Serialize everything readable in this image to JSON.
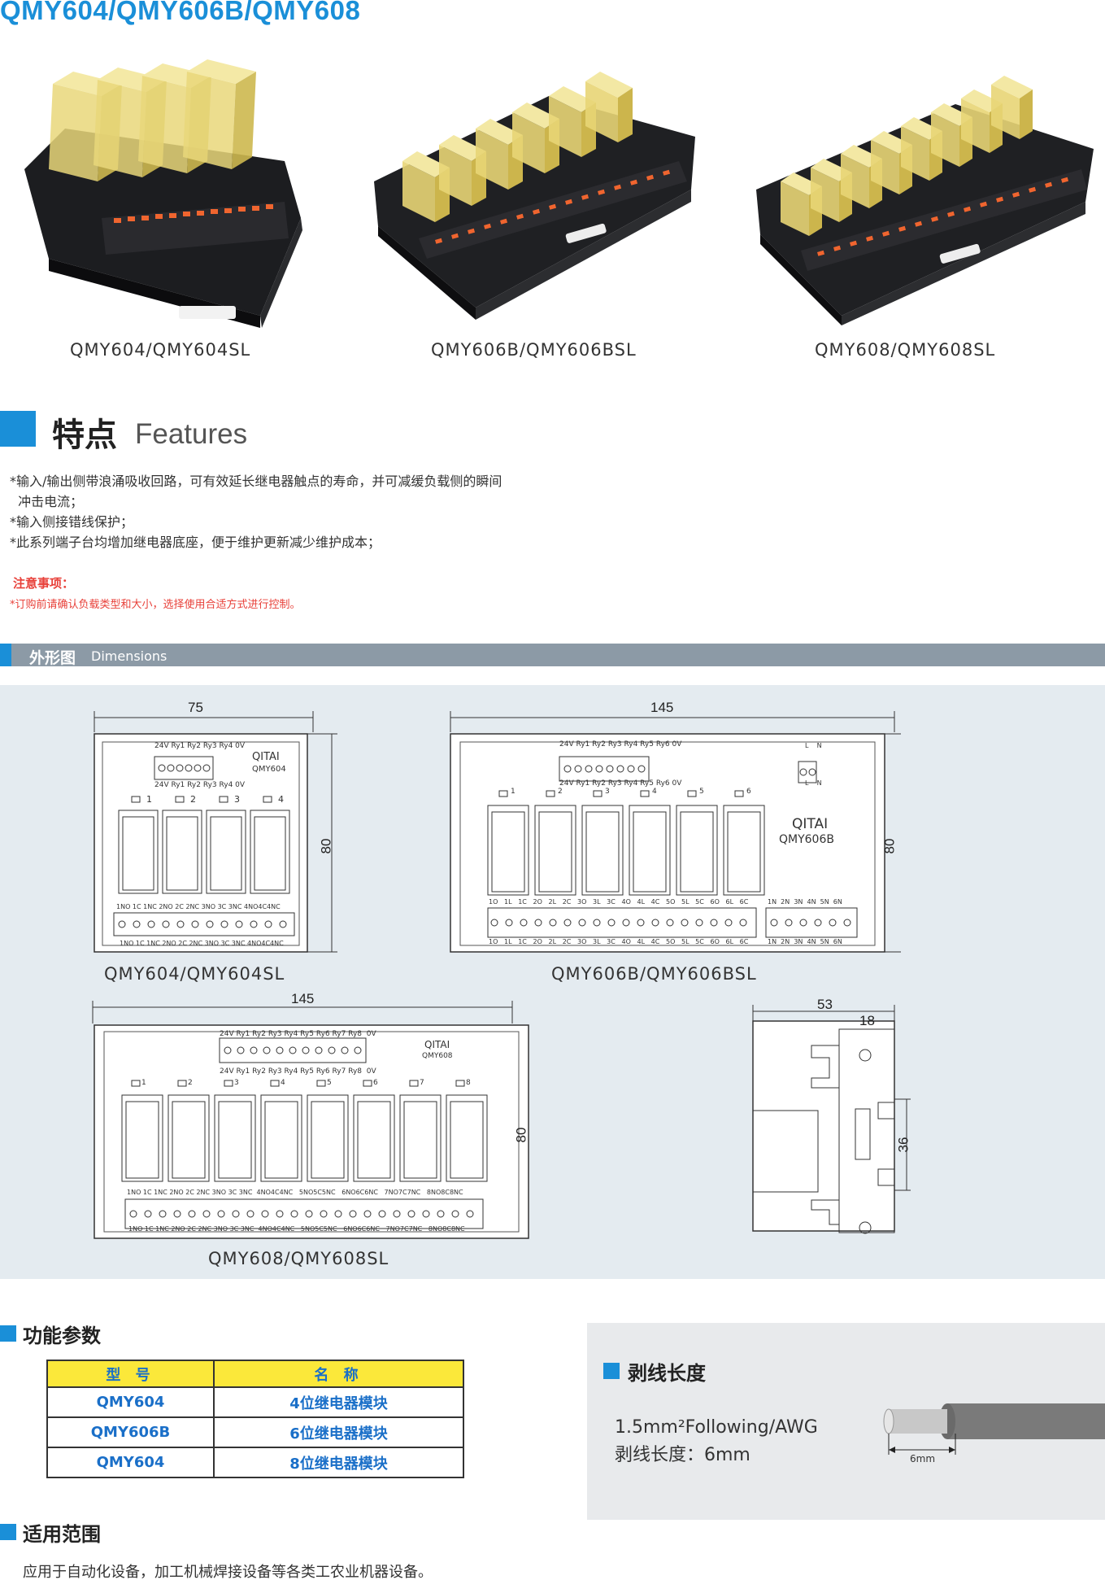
{
  "header": {
    "title": "QMY604/QMY606B/QMY608"
  },
  "products": [
    {
      "caption": "QMY604/QMY604SL"
    },
    {
      "caption": "QMY606B/QMY606BSL"
    },
    {
      "caption": "QMY608/QMY608SL"
    }
  ],
  "features": {
    "title_cn": "特点",
    "title_en": "Features",
    "lines": [
      "*输入/输出侧带浪涌吸收回路，可有效延长继电器触点的寿命，并可减缓负载侧的瞬间",
      "  冲击电流；",
      "*输入侧接错线保护；",
      "*此系列端子台均增加继电器底座，便于维护更新减少维护成本；"
    ],
    "note_title": "注意事项：",
    "note_text": "*订购前请确认负载类型和大小，选择使用合适方式进行控制。"
  },
  "dimensions": {
    "title_cn": "外形图",
    "title_en": "Dimensions",
    "drawings": [
      {
        "caption": "QMY604/QMY604SL",
        "width_label": "75",
        "height_label": "80",
        "brand": "QITAI",
        "model": "QMY604",
        "top_labels": "24V Ry1 Ry2 Ry3 Ry4 0V",
        "top_labels_bottom": "24V Ry1 Ry2 Ry3 Ry4 0V",
        "relay_labels": [
          "1",
          "2",
          "3",
          "4"
        ],
        "bottom_labels": "1NO 1C 1NC 2NO 2C 2NC 3NO 3C 3NC 4NO4C4NC",
        "bottom_labels_bottom": "1NO 1C 1NC 2NO 2C 2NC 3NO 3C 3NC 4NO4C4NC"
      },
      {
        "caption": "QMY606B/QMY606BSL",
        "width_label": "145",
        "height_label": "80",
        "brand": "QITAI",
        "model": "QMY606B",
        "top_labels": "24V Ry1 Ry2 Ry3 Ry4 Ry5 Ry6 0V",
        "top_labels_bottom": "24V Ry1 Ry2 Ry3 Ry4 Ry5 Ry6 0V",
        "ln_top": "L    N",
        "ln_bottom": "L    N",
        "relay_labels": [
          "1",
          "2",
          "3",
          "4",
          "5",
          "6"
        ],
        "bottom_labels": "1O   1L   1C   2O   2L   2C   3O   3L   3C   4O   4L   4C   5O   5L   5C   6O   6L   6C",
        "bottom_labels_bottom": "1O   1L   1C   2O   2L   2C   3O   3L   3C   4O   4L   4C   5O   5L   5C   6O   6L   6C",
        "n_labels": "1N  2N  3N  4N  5N  6N",
        "n_labels_bottom": "1N  2N  3N  4N  5N  6N"
      },
      {
        "caption": "QMY608/QMY608SL",
        "width_label": "145",
        "height_label": "80",
        "brand": "QITAI",
        "model": "QMY608",
        "top_labels": "24V Ry1 Ry2 Ry3 Ry4 Ry5 Ry6 Ry7 Ry8  0V",
        "top_labels_bottom": "24V Ry1 Ry2 Ry3 Ry4 Ry5 Ry6 Ry7 Ry8  0V",
        "relay_labels": [
          "1",
          "2",
          "3",
          "4",
          "5",
          "6",
          "7",
          "8"
        ],
        "bottom_labels": "1NO 1C 1NC 2NO 2C 2NC 3NO 3C 3NC  4NO4C4NC   5NO5C5NC   6NO6C6NC   7NO7C7NC   8NO8C8NC",
        "bottom_labels_bottom": "1NO 1C 1NC 2NO 2C 2NC 3NO 3C 3NC  4NO4C4NC   5NO5C5NC   6NO6C6NC   7NO7C7NC   8NO8C8NC"
      },
      {
        "side_width_label": "53",
        "side_inner_label": "18",
        "side_height_label": "36"
      }
    ]
  },
  "params": {
    "title": "功能参数",
    "header": [
      "型  号",
      "名  称"
    ],
    "rows": [
      [
        "QMY604",
        "4位继电器模块"
      ],
      [
        "QMY606B",
        "6位继电器模块"
      ],
      [
        "QMY604",
        "8位继电器模块"
      ]
    ]
  },
  "strip": {
    "title": "剥线长度",
    "line1": "1.5mm²Following/AWG",
    "line2": "剥线长度：6mm",
    "dim_label": "6mm"
  },
  "scope": {
    "title": "适用范围",
    "text": "应用于自动化设备，加工机械焊接设备等各类工农业机器设备。"
  },
  "colors": {
    "brand_blue": "#1a8fd8",
    "note_red": "#e8413a",
    "header_yellow": "#fbe83a",
    "dim_bar_gray": "#8c9aa6",
    "panel_bg": "#e4ebf0"
  }
}
